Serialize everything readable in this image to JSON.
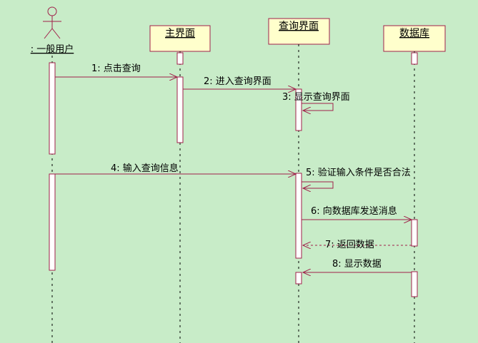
{
  "actor": {
    "label": ": 一般用户"
  },
  "objects": [
    {
      "id": "main",
      "label": "主界面"
    },
    {
      "id": "query",
      "label": "查询界面"
    },
    {
      "id": "db",
      "label": "数据库"
    }
  ],
  "messages": [
    {
      "num": "1",
      "text": "1: 点击查询",
      "from": "user",
      "to": "main",
      "type": "sync"
    },
    {
      "num": "2",
      "text": "2: 进入查询界面",
      "from": "main",
      "to": "query",
      "type": "sync"
    },
    {
      "num": "3",
      "text": "3: 显示查询界面",
      "from": "query",
      "to": "query",
      "type": "self"
    },
    {
      "num": "4",
      "text": "4: 输入查询信息",
      "from": "user",
      "to": "query",
      "type": "sync"
    },
    {
      "num": "5",
      "text": "5: 验证输入条件是否合法",
      "from": "query",
      "to": "query",
      "type": "self"
    },
    {
      "num": "6",
      "text": "6: 向数据库发送消息",
      "from": "query",
      "to": "db",
      "type": "sync"
    },
    {
      "num": "7",
      "text": "7: 返回数据",
      "from": "db",
      "to": "query",
      "type": "return"
    },
    {
      "num": "8",
      "text": "8: 显示数据",
      "from": "db",
      "to": "query",
      "type": "sync"
    }
  ],
  "colors": {
    "background": "#c8ecc8",
    "object_fill": "#ffffcc",
    "line": "#a0204a",
    "lifeline": "#000000"
  }
}
